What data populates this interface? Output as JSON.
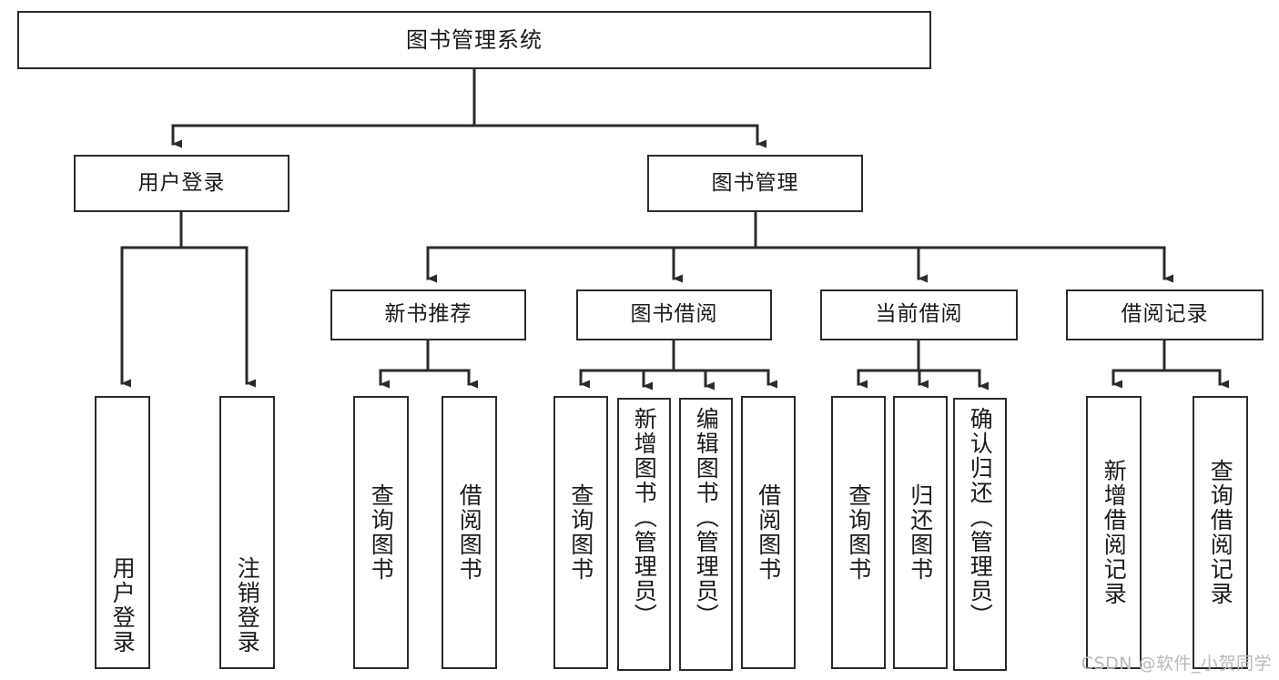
{
  "diagram": {
    "kind": "tree-hierarchy-chart",
    "title": "图书管理系统",
    "line_color": "#2b2b2b",
    "box_fill": "#ffffff",
    "text_color": "#1a1a1a",
    "watermark": "CSDN @软件_小贺同学",
    "watermark_color": "#b9b9b9"
  },
  "nodes": {
    "root": {
      "label": "图书管理系统"
    },
    "level1": [
      {
        "label": "用户登录"
      },
      {
        "label": "图书管理"
      }
    ],
    "level2": [
      {
        "label": "新书推荐"
      },
      {
        "label": "图书借阅"
      },
      {
        "label": "当前借阅"
      },
      {
        "label": "借阅记录"
      }
    ],
    "leaves": {
      "user_login": [
        {
          "label": "用户登录"
        },
        {
          "label": "注销登录"
        }
      ],
      "new_book_recommend": [
        {
          "label": "查询图书"
        },
        {
          "label": "借阅图书"
        }
      ],
      "book_borrow": [
        {
          "label": "查询图书"
        },
        {
          "label": "新增图书（管理员）"
        },
        {
          "label": "编辑图书（管理员）"
        },
        {
          "label": "借阅图书"
        }
      ],
      "current_borrow": [
        {
          "label": "查询图书"
        },
        {
          "label": "归还图书"
        },
        {
          "label": "确认归还（管理员）"
        }
      ],
      "borrow_record": [
        {
          "label": "新增借阅记录"
        },
        {
          "label": "查询借阅记录"
        }
      ]
    }
  }
}
